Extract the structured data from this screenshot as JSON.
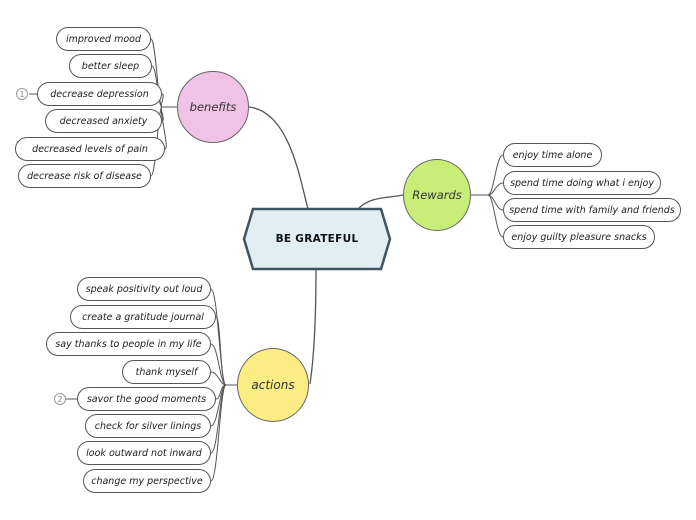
{
  "central": {
    "label": "BE GRATEFUL"
  },
  "benefits": {
    "label": "benefits",
    "color": "#f0c3e6",
    "items": [
      "improved mood",
      "better sleep",
      "decrease depression",
      "decreased anxiety",
      "decreased levels of pain",
      "decrease risk of disease"
    ],
    "marker": "1"
  },
  "rewards": {
    "label": "Rewards",
    "color": "#c8ee77",
    "items": [
      "enjoy time alone",
      "spend time doing what i enjoy",
      "spend time with family and friends",
      "enjoy guilty pleasure snacks"
    ]
  },
  "actions": {
    "label": "actions",
    "color": "#fbec83",
    "items": [
      "speak positivity out loud",
      "create a gratitude journal",
      "say thanks to people in my life",
      "thank myself",
      "savor the good moments",
      "check for silver linings",
      "look outward not inward",
      "change my perspective"
    ],
    "marker": "2"
  },
  "colors": {
    "central_fill": "#e1eef3",
    "central_stroke": "#3e5563",
    "line": "#555555"
  }
}
